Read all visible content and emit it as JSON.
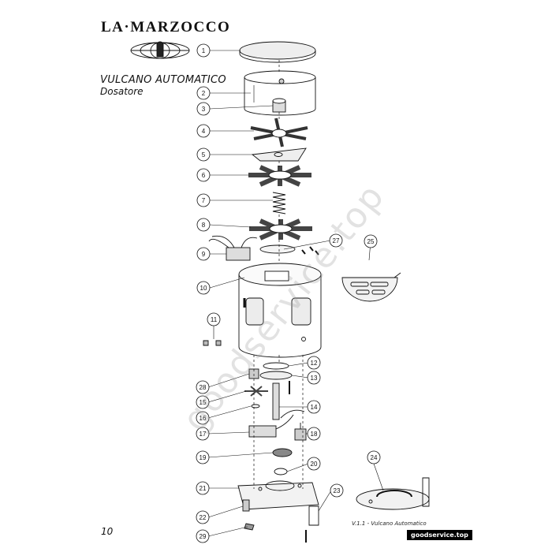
{
  "header": {
    "brand": "LA·MARZOCCO",
    "title": "VULCANO AUTOMATICO",
    "subtitle": "Dosatore"
  },
  "footer": {
    "page_number": "10",
    "caption": "V.1.1 - Vulcano Automatico",
    "site_label": "goodservice.top"
  },
  "watermark": "goodservice.top",
  "callouts": [
    "1",
    "2",
    "3",
    "4",
    "5",
    "6",
    "7",
    "8",
    "9",
    "10",
    "11",
    "12",
    "13",
    "14",
    "15",
    "16",
    "17",
    "18",
    "19",
    "20",
    "21",
    "22",
    "23",
    "24",
    "25",
    "27",
    "28",
    "29"
  ],
  "colors": {
    "line": "#111111",
    "part_fill": "#e6e6e6",
    "watermark": "#b4b4b4",
    "site_bg": "#000000"
  }
}
